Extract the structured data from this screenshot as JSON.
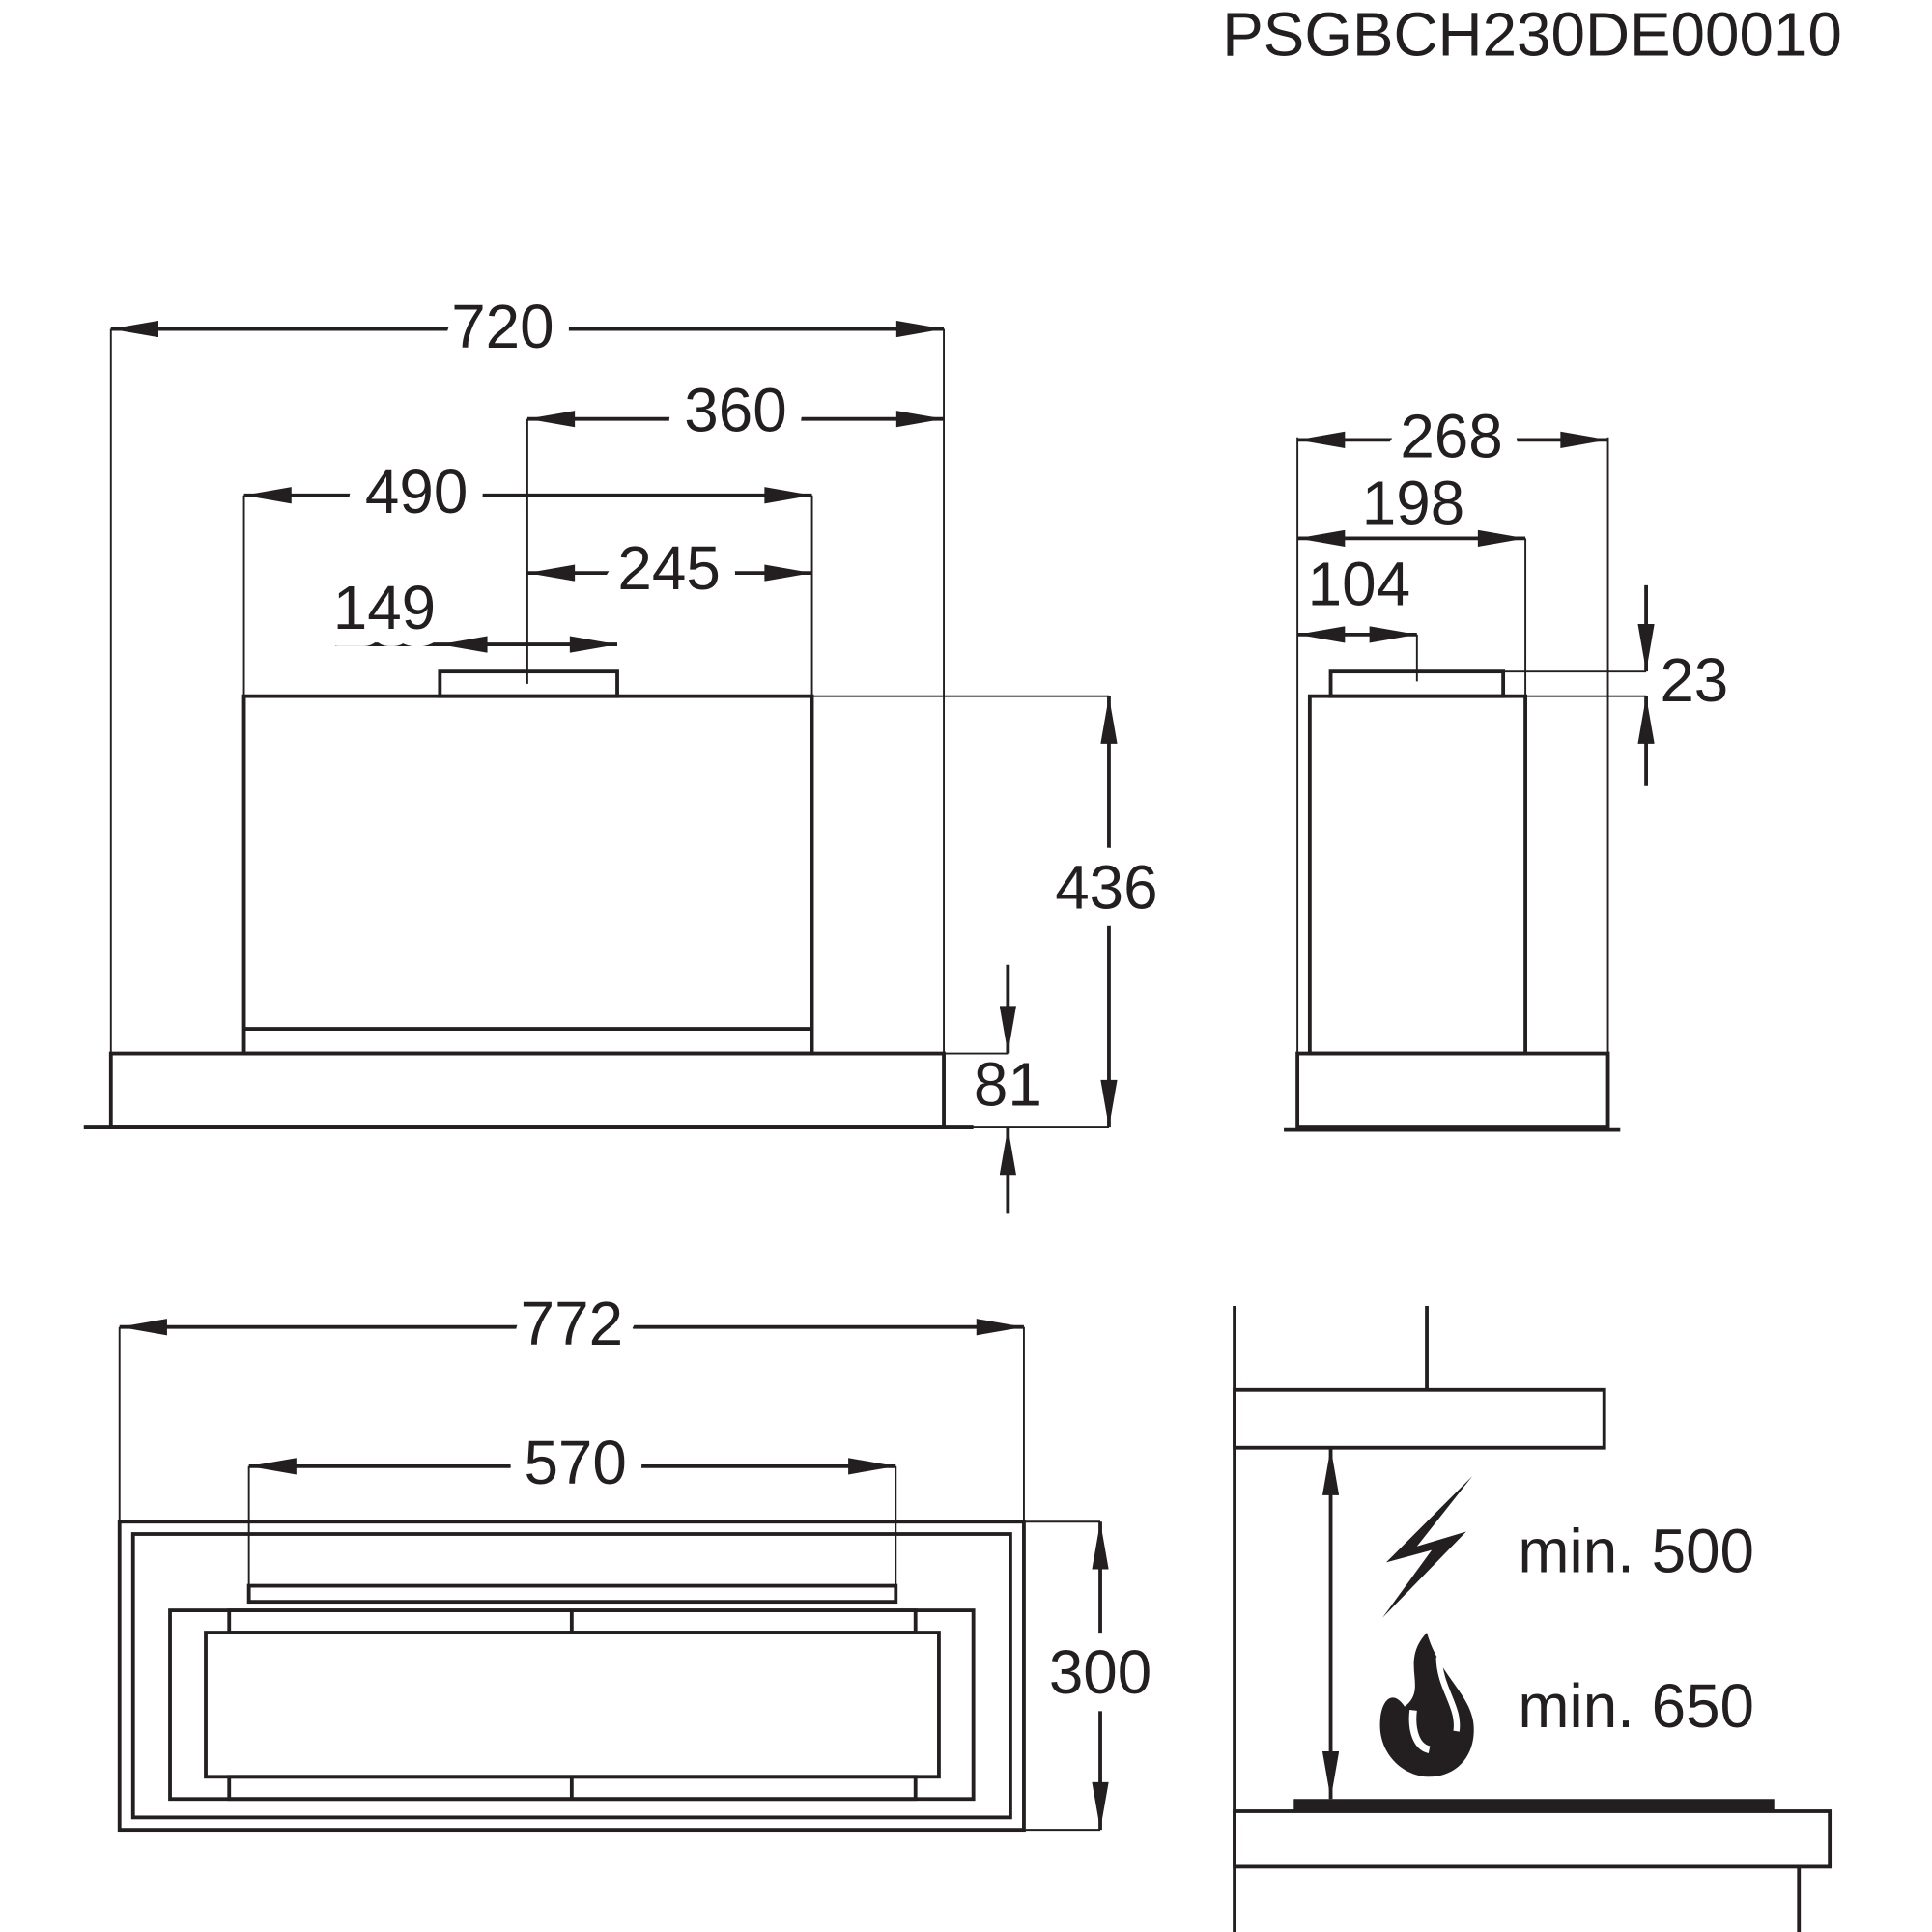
{
  "title": "PSGBCH230DE00010",
  "front_view": {
    "width_total": "720",
    "duct_offset_right": "360",
    "body_width": "490",
    "duct_center_right": "245",
    "duct_width": "149",
    "height": "436",
    "base_height": "81"
  },
  "side_view": {
    "depth_total": "268",
    "body_depth": "198",
    "duct_center": "104",
    "duct_height": "23"
  },
  "bottom_view": {
    "width_total": "772",
    "filter_width": "570",
    "depth": "300"
  },
  "installation": {
    "electric_min": "min. 500",
    "gas_min": "min. 650",
    "icons": [
      "lightning-icon",
      "flame-icon"
    ]
  }
}
